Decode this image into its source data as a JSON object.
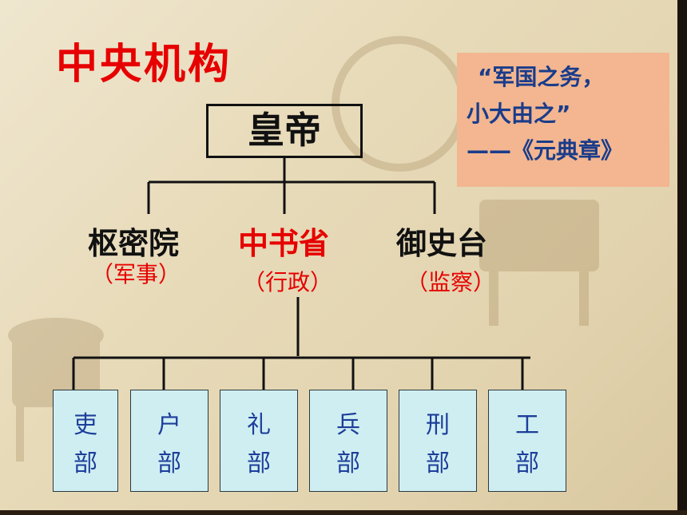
{
  "title": "中央机构",
  "quote": {
    "line1": "“军国之务，",
    "line2": "小大由之”",
    "source": "——《元典章》"
  },
  "emperor": "皇帝",
  "branches": [
    {
      "name": "枢密院",
      "role": "（军事）"
    },
    {
      "name": "中书省",
      "role": "（行政）"
    },
    {
      "name": "御史台",
      "role": "（监察）"
    }
  ],
  "departments": [
    {
      "c1": "吏",
      "c2": "部"
    },
    {
      "c1": "户",
      "c2": "部"
    },
    {
      "c1": "礼",
      "c2": "部"
    },
    {
      "c1": "兵",
      "c2": "部"
    },
    {
      "c1": "刑",
      "c2": "部"
    },
    {
      "c1": "工",
      "c2": "部"
    }
  ],
  "colors": {
    "title": "#e60000",
    "highlight": "#e60000",
    "quote_text": "#1a3c8a",
    "quote_bg": "#f3b690",
    "dept_bg": "#cfeef2",
    "dept_text": "#1d3e9a"
  }
}
